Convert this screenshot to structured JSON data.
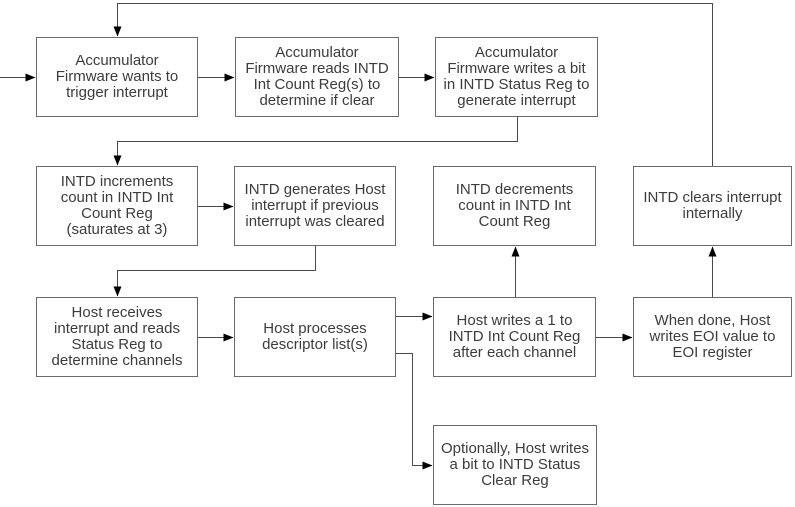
{
  "diagram": {
    "type": "flowchart",
    "colors": {
      "border": "#6a6a6a",
      "text": "#3c3c3c",
      "line": "#4a4a4a",
      "arrow": "#000000",
      "background": "#ffffff"
    },
    "nodes": {
      "acc_trigger": {
        "label": "Accumulator\nFirmware wants to\ntrigger interrupt"
      },
      "acc_reads": {
        "label": "Accumulator\nFirmware reads INTD\nInt Count Reg(s) to\ndetermine if clear"
      },
      "acc_writes": {
        "label": "Accumulator\nFirmware writes a bit\nin INTD Status Reg to\ngenerate interrupt"
      },
      "intd_increments": {
        "label": "INTD increments\ncount in INTD Int\nCount Reg\n(saturates at 3)"
      },
      "intd_generates": {
        "label": "INTD generates Host\ninterrupt if previous\ninterrupt was cleared"
      },
      "intd_decrements": {
        "label": "INTD decrements\ncount in INTD Int\nCount Reg"
      },
      "intd_clears": {
        "label": "INTD clears interrupt\ninternally"
      },
      "host_receives": {
        "label": "Host receives\ninterrupt and reads\nStatus Reg to\ndetermine channels"
      },
      "host_processes": {
        "label": "Host processes\ndescriptor list(s)"
      },
      "host_writes_one": {
        "label": "Host writes a 1 to\nINTD Int Count Reg\nafter each channel"
      },
      "host_eoi": {
        "label": "When done, Host\nwrites EOI value to\nEOI register"
      },
      "optional_clear": {
        "label": "Optionally, Host writes\na bit to INTD Status\nClear Reg"
      }
    },
    "edges": [
      {
        "from": "external-entry",
        "to": "acc_trigger"
      },
      {
        "from": "acc_trigger",
        "to": "acc_reads"
      },
      {
        "from": "acc_reads",
        "to": "acc_writes"
      },
      {
        "from": "acc_writes",
        "to": "intd_increments"
      },
      {
        "from": "intd_increments",
        "to": "intd_generates"
      },
      {
        "from": "intd_generates",
        "to": "host_receives"
      },
      {
        "from": "host_receives",
        "to": "host_processes"
      },
      {
        "from": "host_processes",
        "to": "host_writes_one"
      },
      {
        "from": "host_processes",
        "to": "optional_clear"
      },
      {
        "from": "host_writes_one",
        "to": "host_eoi"
      },
      {
        "from": "host_writes_one",
        "to": "intd_decrements"
      },
      {
        "from": "host_eoi",
        "to": "intd_clears"
      },
      {
        "from": "intd_clears",
        "to": "acc_trigger"
      }
    ]
  }
}
